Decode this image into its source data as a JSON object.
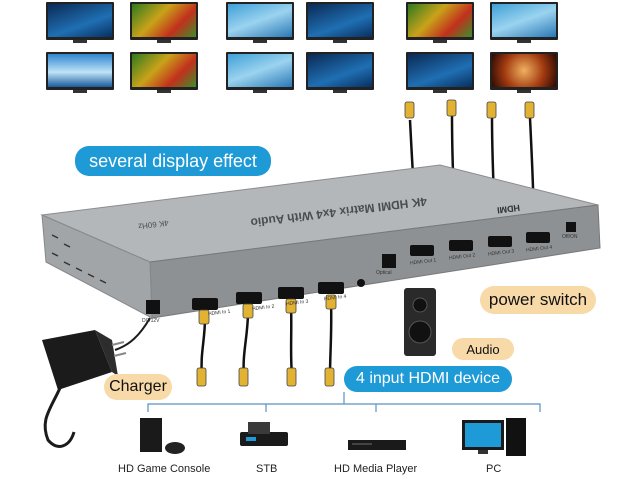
{
  "labels": {
    "display_effect": "several display effect",
    "power_switch": "power switch",
    "audio": "Audio",
    "input_device": "4 input HDMI device",
    "charger": "Charger"
  },
  "device_top": {
    "model": "4K HDMI Matrix 4x4 With Audio",
    "refresh": "4K 60Hz",
    "brand": "HDMI"
  },
  "ports_out": [
    "HDMI Out 1",
    "HDMI Out 2",
    "HDMI Out 3",
    "HDMI Out 4"
  ],
  "ports_in": [
    "HDMI In 1",
    "HDMI In 2",
    "HDMI In 3",
    "HDMI In 4"
  ],
  "port_misc": {
    "dc": "DC/12V",
    "optical": "Optical",
    "onoff": "Off/ON"
  },
  "devices": [
    {
      "label": "HD Game Console"
    },
    {
      "label": "STB"
    },
    {
      "label": "HD Media Player"
    },
    {
      "label": "PC"
    }
  ],
  "colors": {
    "badge_blue": "#1e9ad6",
    "badge_orange": "#f8d9a8",
    "device_gray": "#a9acae"
  }
}
